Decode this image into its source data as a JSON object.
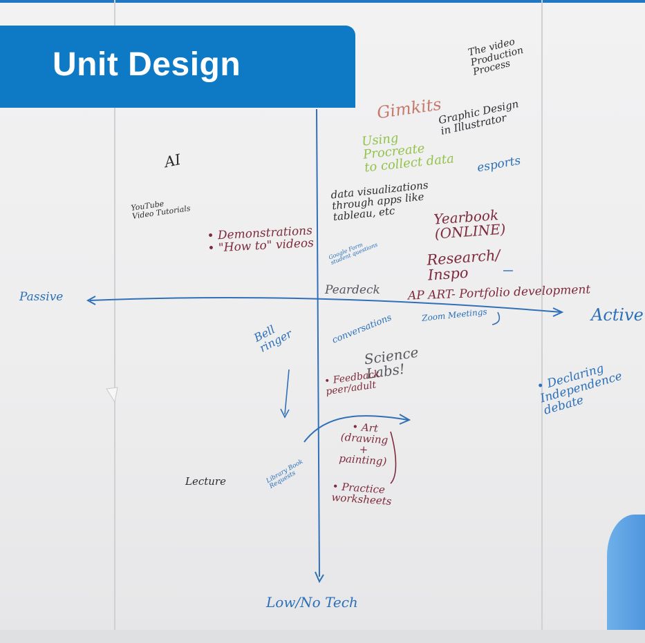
{
  "banner": {
    "title": "Unit Design",
    "color": "#0e7ac6"
  },
  "axes": {
    "left": "Passive",
    "right": "Active",
    "bottom": "Low/No Tech"
  },
  "notes": {
    "video_production": "The video\nProduction\nProcess",
    "gimkit": "Gimkits",
    "graphic_design": "Graphic Design\nin Illustrator",
    "procreate": "Using\nProcreate\nto collect data",
    "esports": "esports",
    "ai": "AI",
    "youtube": "YouTube\nVideo Tutorials",
    "data_vis": "data visualizations\nthrough apps like\ntableau, etc",
    "yearbook": "Yearbook\n(ONLINE)",
    "demonstrations": "• Demonstrations\n• \"How to\" videos",
    "google_form": "Google Form\nstudent questions",
    "research": "Research/\nInspo",
    "peardeck": "Peardeck",
    "ap_art": "AP ART- Portfolio development",
    "zoom": "Zoom Meetings",
    "conversations": "conversations",
    "bell_ringer": "Bell\nringer",
    "science_labs": "Science\nLabs!",
    "feedback": "• Feedback\npeer/adult",
    "declaring": "• Declaring\nIndependence\ndebate",
    "art": "• Art\n(drawing\n+\npainting)",
    "lecture": "Lecture",
    "library": "Library Book\nRequests",
    "practice": "• Practice\nworksheets"
  }
}
